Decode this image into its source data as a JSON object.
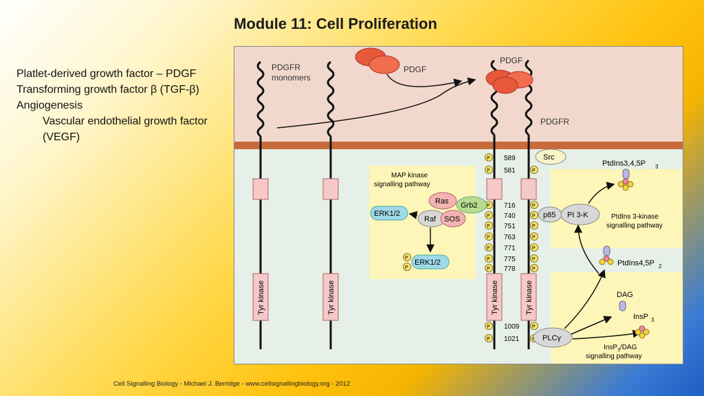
{
  "slide": {
    "title": "Module 11: Cell Proliferation",
    "bullets": [
      "Platlet-derived growth factor – PDGF",
      "Transforming growth factor β (TGF-β)",
      "Angiogenesis",
      "Vascular endothelial growth factor (VEGF)"
    ],
    "footer": "Cell Signalling Biology - Michael J. Berridge - www.cellsignallingbiology.org - 2012"
  },
  "diagram": {
    "labels": {
      "pdgfr_monomers": [
        "PDGFR",
        "monomers"
      ],
      "pdgf_free": "PDGF",
      "pdgf_bound": "PDGF",
      "pdgfr": "PDGFR",
      "tyr_kinase": "Tyr kinase",
      "map_pathway": [
        "MAP kinase",
        "signalling pathway"
      ],
      "ras": "Ras",
      "raf": "Raf",
      "sos": "SOS",
      "grb2": "Grb2",
      "erk": "ERK1/2",
      "erk_p": "ERK1/2",
      "src": "Src",
      "p85": "p85",
      "pi3k": "PI 3-K",
      "pip3": "PtdIns3,4,5P",
      "pip3_sub": "3",
      "pi3k_pathway": [
        "PtdIns 3-kinase",
        "signalling pathway"
      ],
      "pip2": "PtdIns4,5P",
      "pip2_sub": "2",
      "plc": "PLCγ",
      "dag": "DAG",
      "insp3": "InsP",
      "insp3_sub": "3",
      "insp3dag_pathway": [
        "InsP",
        "3",
        "/DAG",
        "signalling pathway"
      ],
      "phospho": "P"
    },
    "residues": [
      "589",
      "581",
      "716",
      "740",
      "751",
      "763",
      "771",
      "775",
      "778",
      "1009",
      "1021"
    ]
  }
}
